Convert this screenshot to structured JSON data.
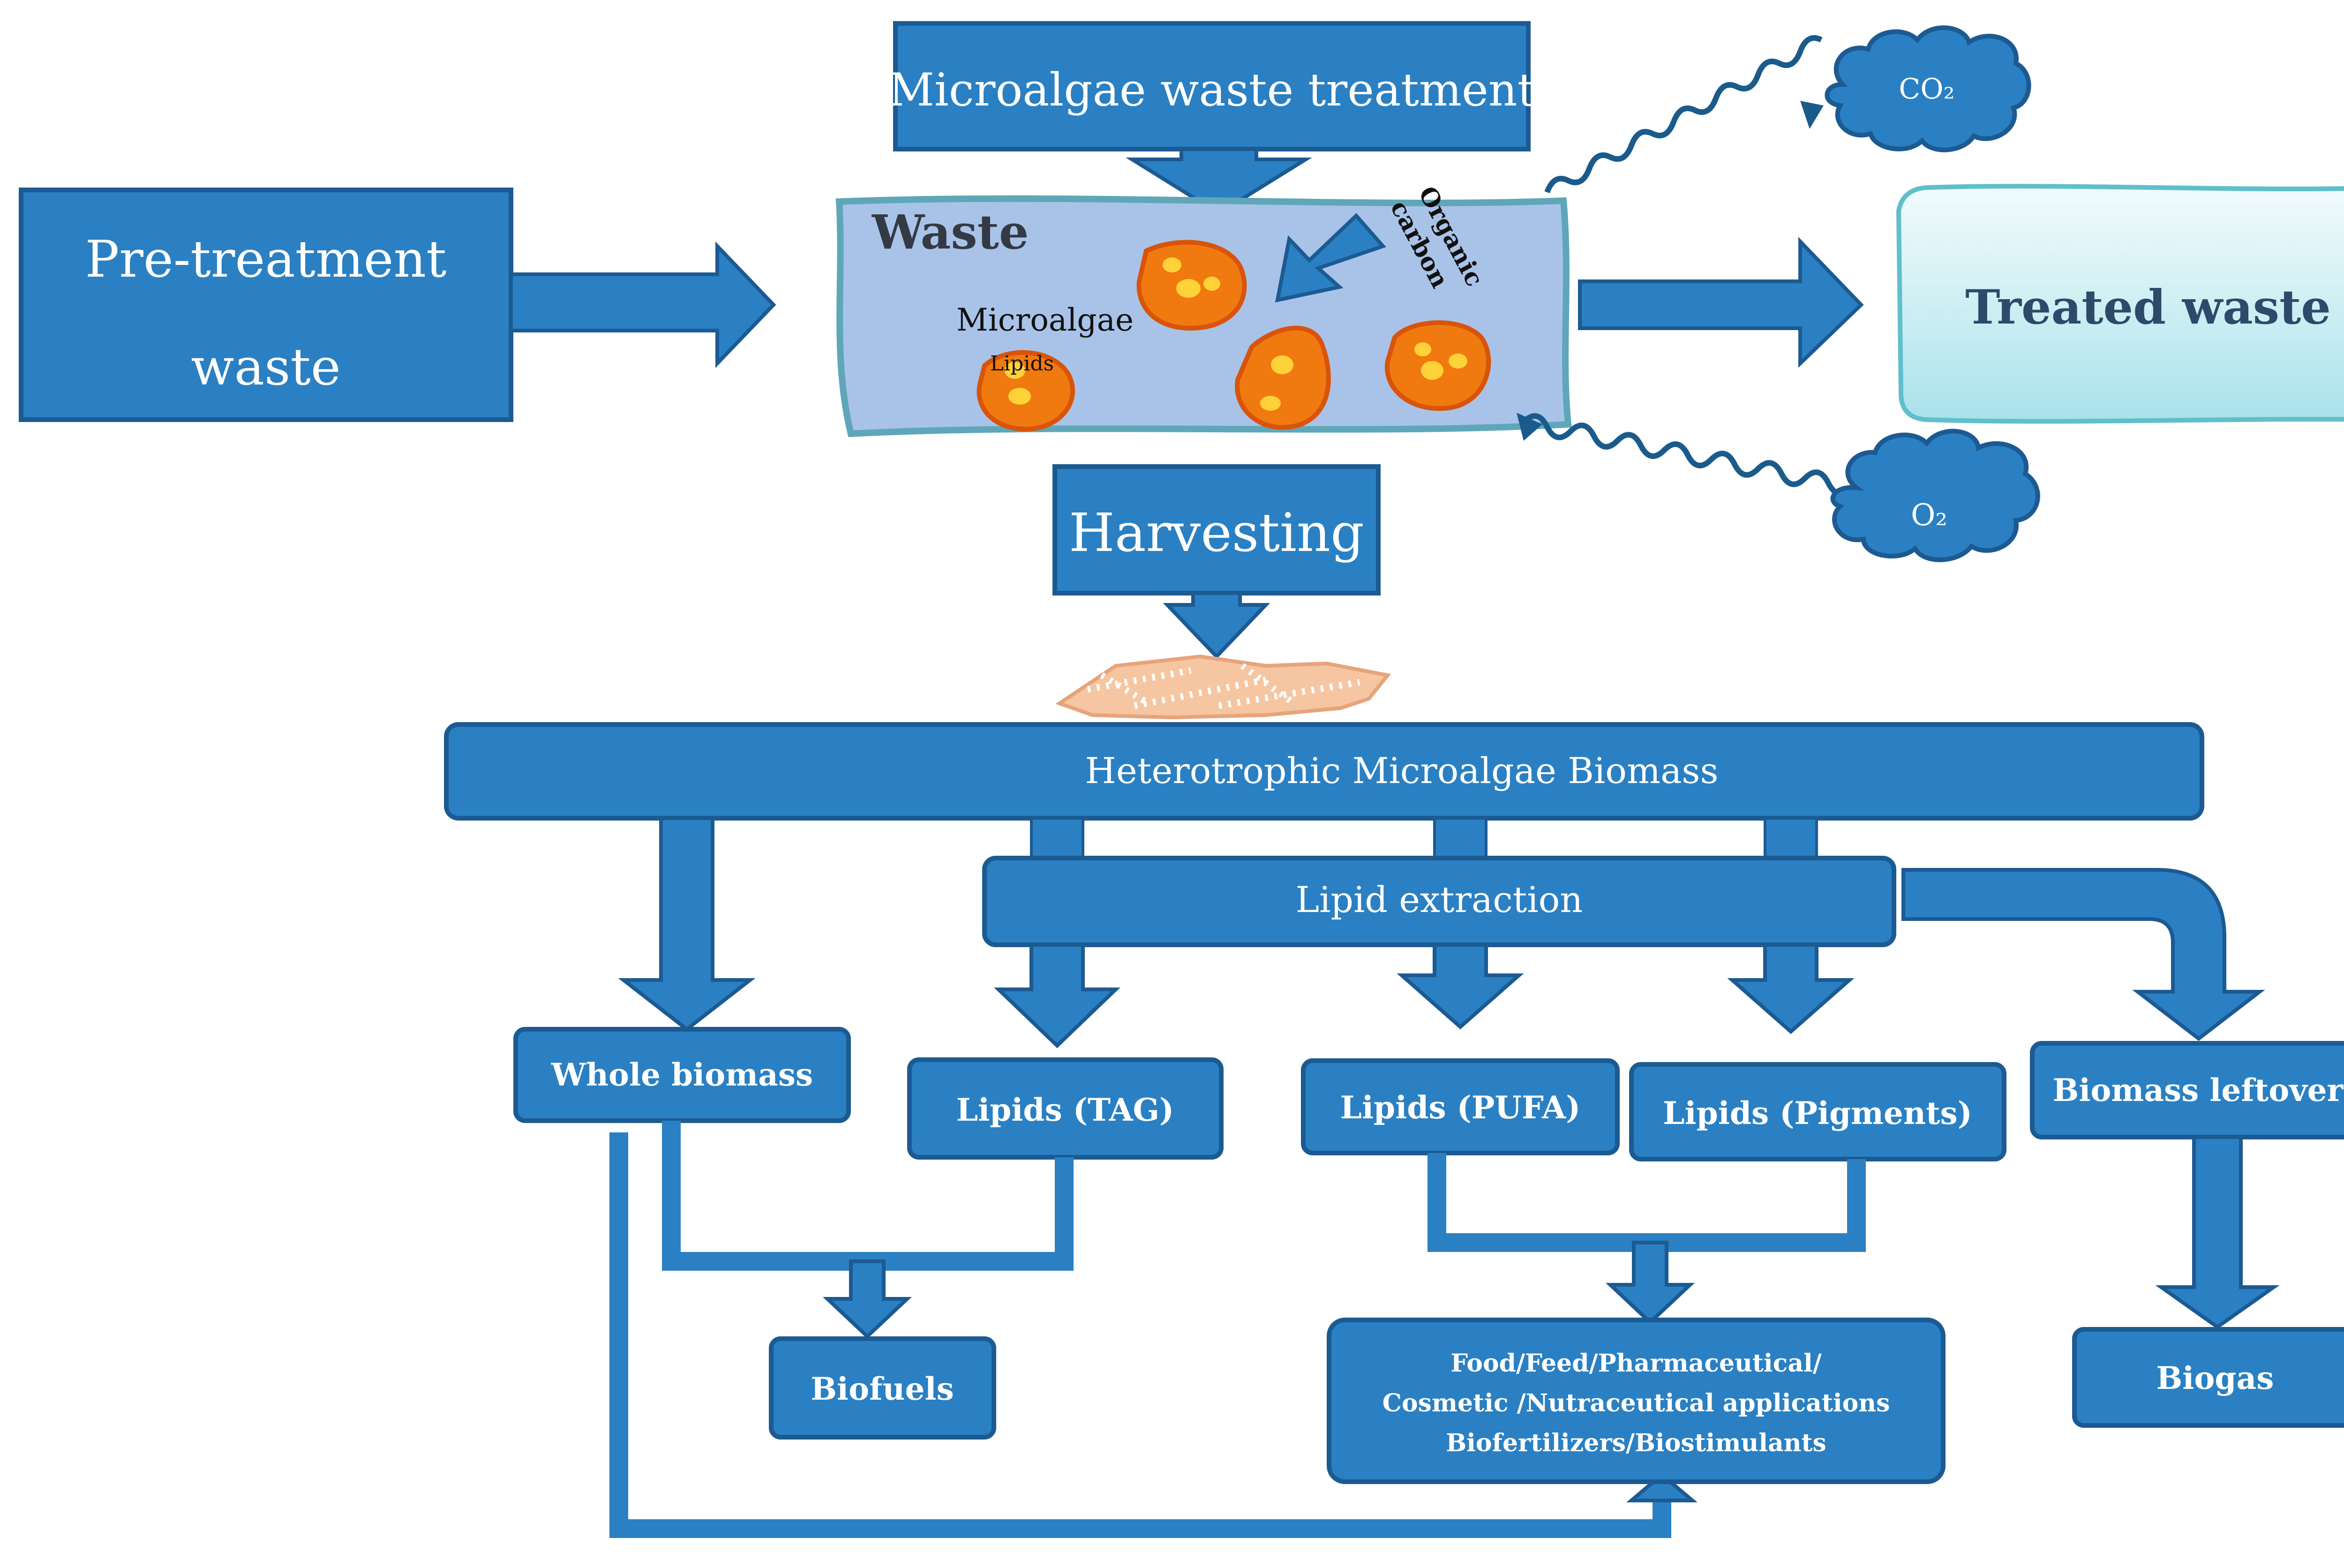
{
  "colors": {
    "box_fill": "#2a80c2",
    "box_stroke": "#1c5a92",
    "box_text": "#ffffff",
    "arrow": "#2a80c2",
    "waste_fill": "#a9c3e8",
    "waste_stroke": "#5fa7b8",
    "treated_fill": "#bfe9ef",
    "treated_text": "#2c4a6a",
    "cell_fill": "#f07a10",
    "cell_stroke": "#d9540a",
    "lipid": "#ffd23a",
    "biomass_pile": "#f6c6a2",
    "wave": "#1b5b8c",
    "label_dark": "#333a44"
  },
  "nodes": {
    "pretreatment_line1": "Pre-treatment",
    "pretreatment_line2": "waste",
    "microalgae_waste_treatment": "Microalgae waste treatment",
    "waste": "Waste",
    "microalgae": "Microalgae",
    "lipids_small": "Lipids",
    "organic_line1": "Organic",
    "organic_line2": "carbon",
    "treated_waste": "Treated waste",
    "co2": "CO₂",
    "o2": "O₂",
    "harvesting": "Harvesting",
    "biomass": "Heterotrophic Microalgae Biomass",
    "lipid_extraction": "Lipid extraction",
    "whole_biomass": "Whole biomass",
    "lipids_tag": "Lipids (TAG)",
    "lipids_pufa": "Lipids (PUFA)",
    "lipids_pigments": "Lipids (Pigments)",
    "biomass_leftovers": "Biomass leftovers",
    "biofuels": "Biofuels",
    "applications_line1": "Food/Feed/Pharmaceutical/",
    "applications_line2": "Cosmetic /Nutraceutical applications",
    "applications_line3": "Biofertilizers/Biostimulants",
    "biogas": "Biogas"
  }
}
